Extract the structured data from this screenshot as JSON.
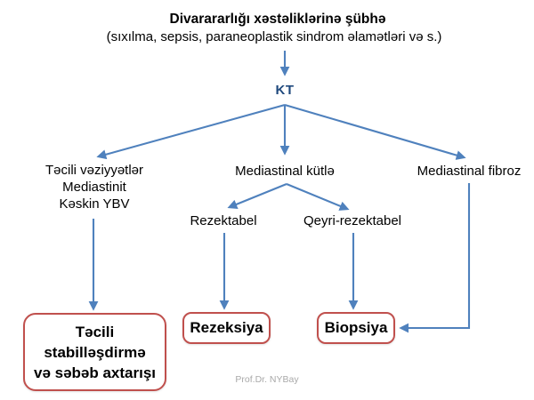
{
  "diagram": {
    "title": "Divarararlığı xəstəliklərinə şübhə",
    "subtitle": "(sıxılma, sepsis, paraneoplastik sindrom əlamətləri və s.)",
    "kt_label": "KT",
    "branch_left": {
      "line1": "Təcili vəziyyətlər",
      "line2": "Mediastinit",
      "line3": "Kəskin YBV"
    },
    "branch_middle": {
      "label": "Mediastinal kütlə",
      "child_left": "Rezektabel",
      "child_right": "Qeyri-rezektabel"
    },
    "branch_right": {
      "label": "Mediastinal fibroz"
    },
    "outcomes": {
      "left_line1": "Təcili",
      "left_line2": "stabilləşdirmə",
      "left_line3": "və səbəb axtarışı",
      "middle": "Rezeksiya",
      "right": "Biopsiya"
    },
    "footer": "Prof.Dr. NYBay",
    "colors": {
      "arrow": "#4f81bd",
      "kt_text": "#1f497d",
      "box_border": "#c0504d",
      "text": "#000000",
      "footer_text": "#a9a9a9"
    }
  }
}
